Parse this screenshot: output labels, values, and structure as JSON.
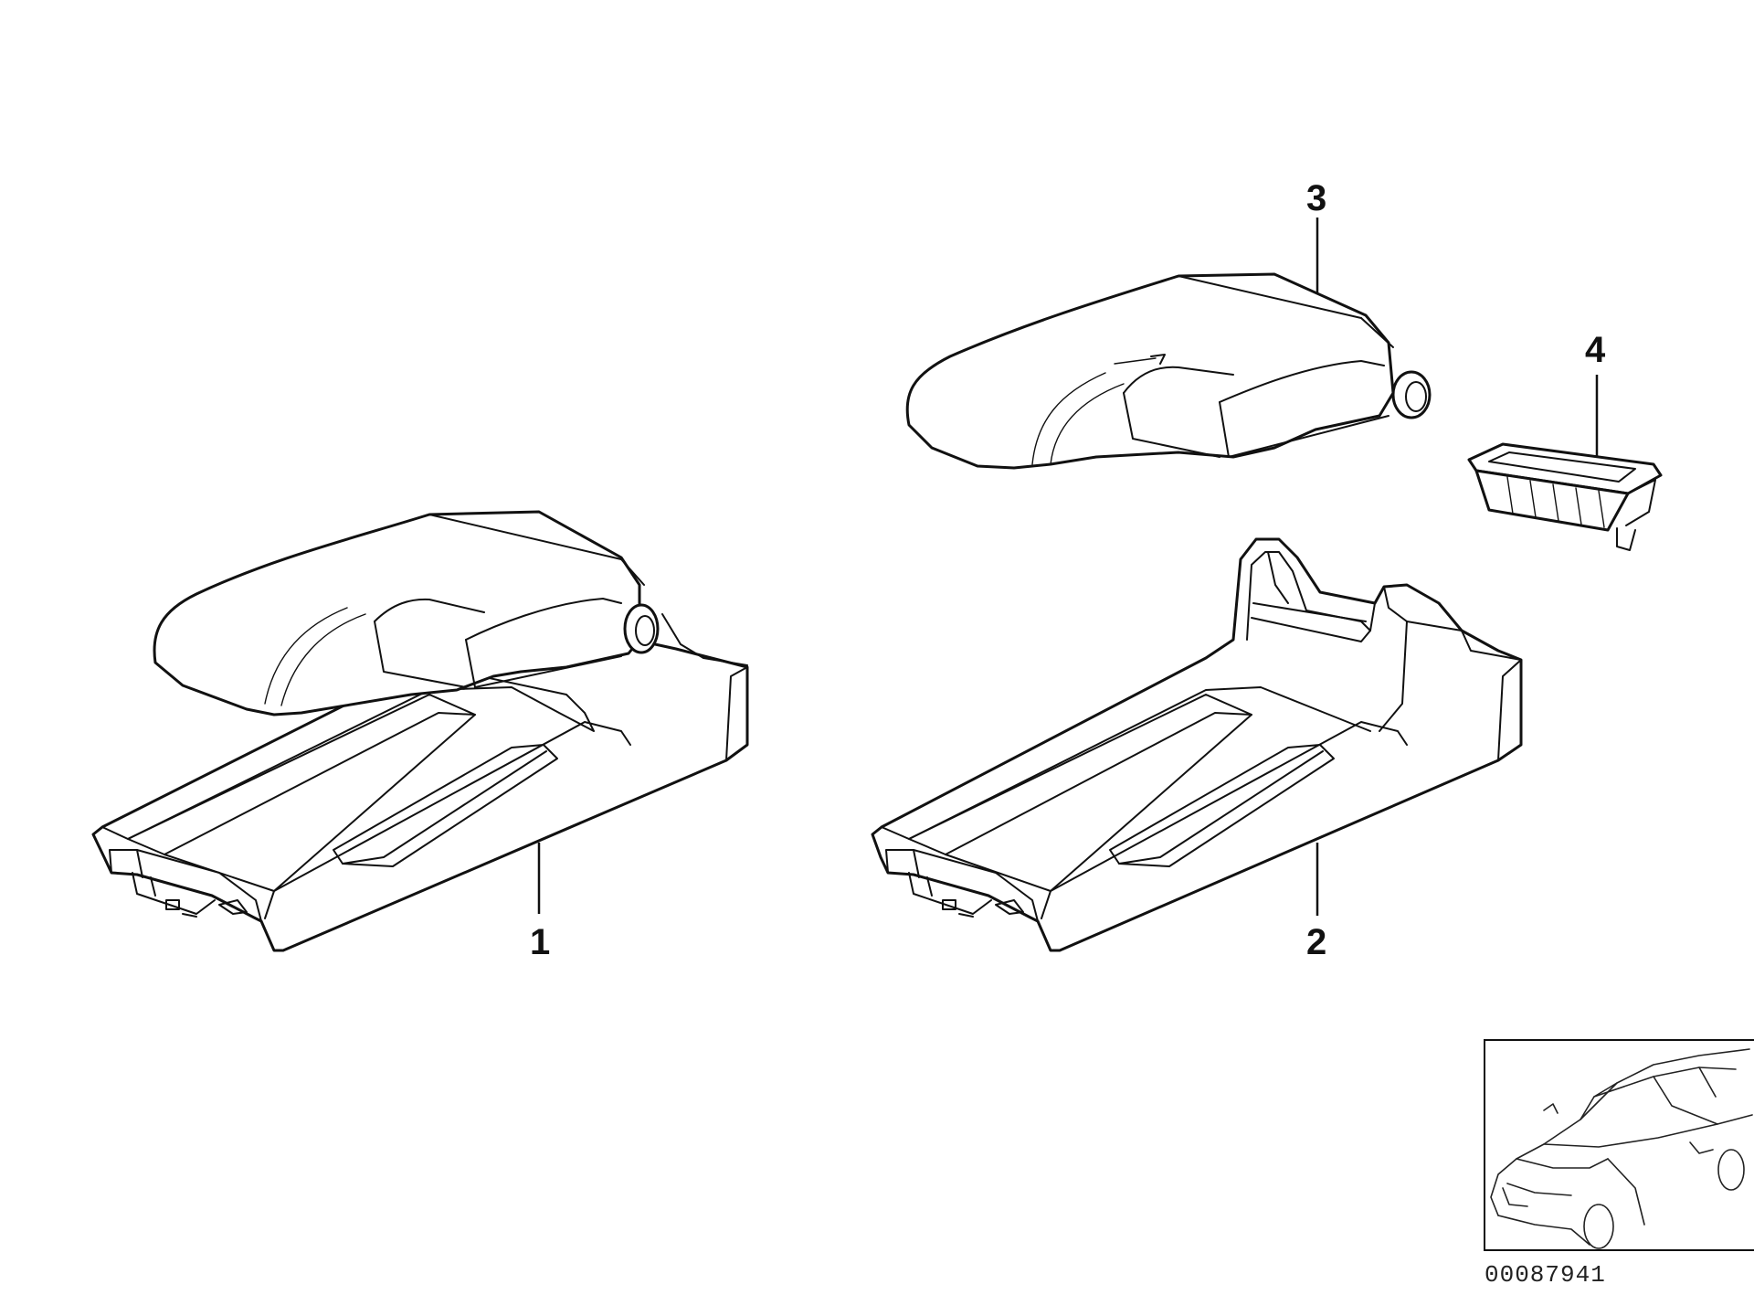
{
  "callouts": {
    "part_1": "1",
    "part_2": "2",
    "part_3": "3",
    "part_4": "4"
  },
  "reference_number": "00087941",
  "colors": {
    "line": "#111111",
    "background": "#ffffff"
  },
  "icons": {
    "inset": "car-overview-icon"
  }
}
